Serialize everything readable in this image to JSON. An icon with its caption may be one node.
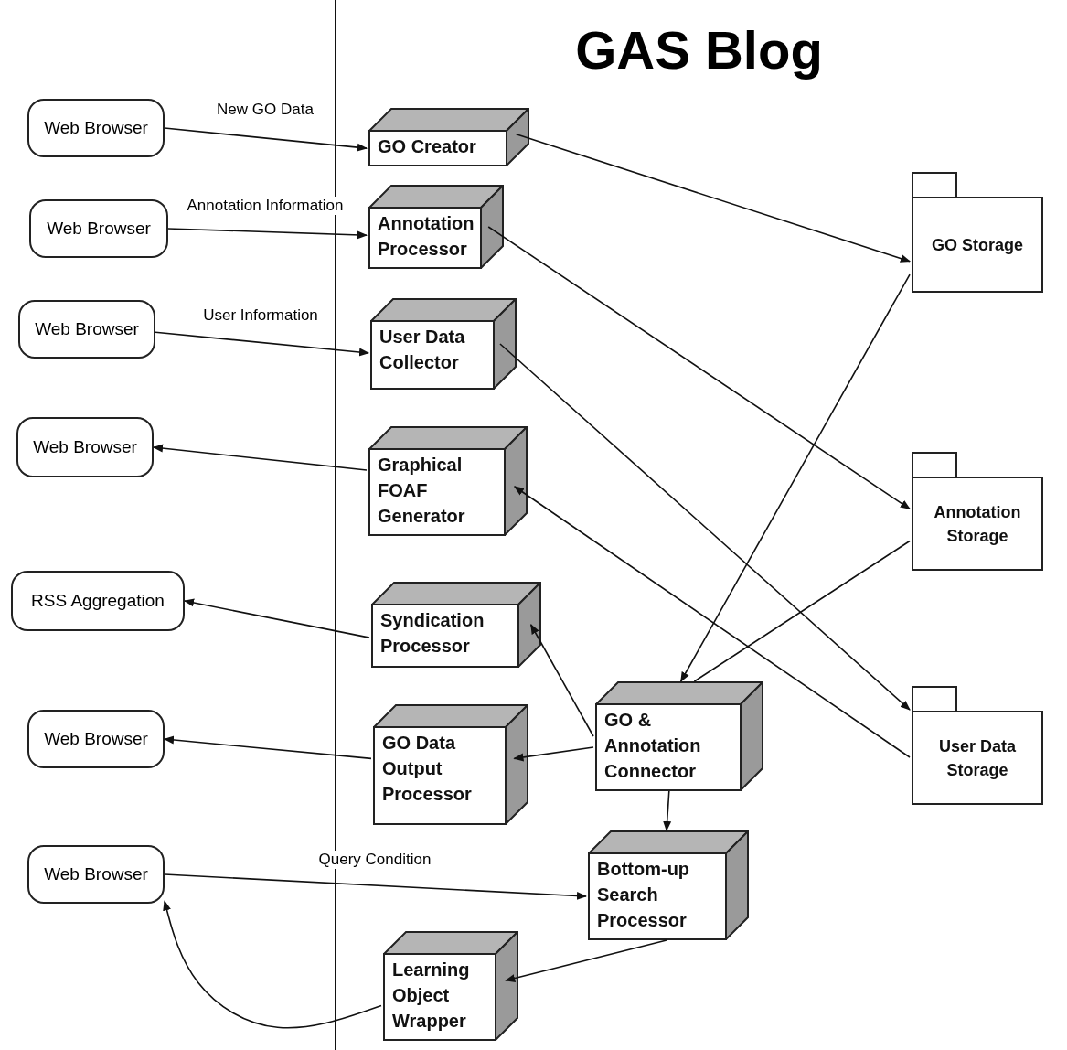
{
  "diagram": {
    "nodes": [
      {
        "text": [
          "GAS Blog"
        ]
      },
      {
        "text": [
          "Web Browser"
        ]
      },
      {
        "text": [
          "GO Creator"
        ],
        "in": 0
      },
      {
        "text": [
          "Web Browser"
        ]
      },
      {
        "text": [
          "Annotation Processor"
        ],
        "in": 0
      },
      {
        "text": [
          "GO Storage"
        ],
        "in": 0
      },
      {
        "text": [
          "Web Browser"
        ]
      },
      {
        "text": [
          "User Data Collector"
        ],
        "in": 0
      },
      {
        "text": [
          "Web Browser"
        ]
      },
      {
        "text": [
          "Graphical FOAF Generator"
        ],
        "in": 0
      },
      {
        "text": [
          "Annotation Storage"
        ],
        "in": 0
      },
      {
        "text": [
          "RSS Aggregation"
        ]
      },
      {
        "text": [
          "Syndication Processor"
        ],
        "in": 0
      },
      {
        "text": [
          "Web Browser"
        ]
      },
      {
        "text": [
          "GO Data Output Processor"
        ],
        "in": 0
      },
      {
        "text": [
          "GO & Annotation Connector"
        ],
        "in": 0
      },
      {
        "text": [
          "User Data Storage"
        ],
        "in": 0
      },
      {
        "text": [
          "Web Browser"
        ]
      },
      {
        "text": [
          "Bottom-up Search Processor"
        ],
        "in": 0
      },
      {
        "text": [
          "Learning Object Wrapper"
        ],
        "in": 0
      }
    ],
    "edges": [
      {
        "from": 1,
        "to": 2,
        "arrow": "to",
        "label": "New GO Data"
      },
      {
        "from": 3,
        "to": 4,
        "arrow": "to",
        "label": "Annotation Information"
      },
      {
        "from": 6,
        "to": 7,
        "arrow": "to",
        "label": "User Information"
      },
      {
        "from": 9,
        "to": 8,
        "arrow": "to"
      },
      {
        "from": 12,
        "to": 11,
        "arrow": "to"
      },
      {
        "from": 14,
        "to": 13,
        "arrow": "to"
      },
      {
        "from": 17,
        "to": 18,
        "arrow": "to",
        "label": "Query Condition"
      },
      {
        "from": 2,
        "to": 5,
        "arrow": "to"
      },
      {
        "from": 4,
        "to": 10,
        "arrow": "to"
      },
      {
        "from": 7,
        "to": 16,
        "arrow": "to"
      },
      {
        "from": 16,
        "to": 9,
        "arrow": "to"
      },
      {
        "from": 5,
        "to": 15,
        "arrow": "to"
      },
      {
        "from": 10,
        "to": 15,
        "arrow": "none"
      },
      {
        "from": 15,
        "to": 12,
        "arrow": "to"
      },
      {
        "from": 15,
        "to": 14,
        "arrow": "to"
      },
      {
        "from": 15,
        "to": 18,
        "arrow": "to"
      },
      {
        "from": 18,
        "to": 19,
        "arrow": "to"
      },
      {
        "from": 19,
        "to": 17,
        "arrow": "to"
      }
    ]
  }
}
